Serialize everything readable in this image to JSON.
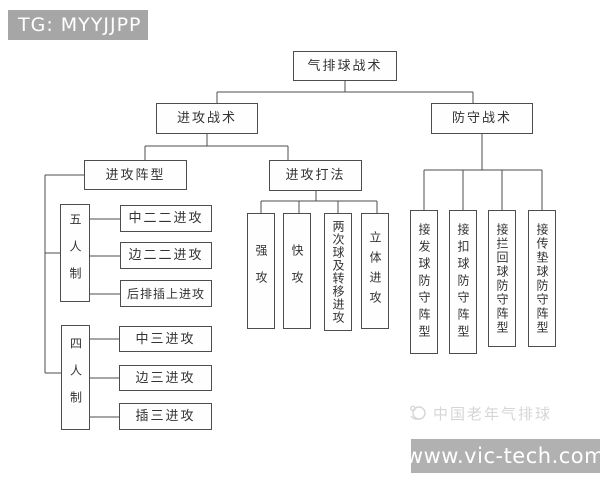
{
  "badge": {
    "text": "TG: MYYJJPP"
  },
  "diagram": {
    "root": "气排球战术",
    "attack": "进攻战术",
    "defense": "防守战术",
    "attack_formation": "进攻阵型",
    "attack_methods": "进攻打法",
    "five_player": "五人制",
    "four_player": "四人制",
    "five_player_items": [
      "中二二进攻",
      "边二二进攻",
      "后排插上进攻"
    ],
    "four_player_items": [
      "中三进攻",
      "边三进攻",
      "插三进攻"
    ],
    "method_items": [
      "强攻",
      "快攻",
      "两次球及转移进攻",
      "立体进攻"
    ],
    "defense_items": [
      "接发球防守阵型",
      "接扣球防守阵型",
      "接拦回球防守阵型",
      "接传垫球防守阵型"
    ]
  },
  "watermark": {
    "text": "中国老年气排球"
  },
  "footer": {
    "url": "www.vic-tech.com"
  },
  "colors": {
    "line": "#4d4d4d",
    "badge_bg": "#a6a6a6",
    "footer_bg": "#b1b1b1",
    "watermark_gray": "#d6d6d6"
  }
}
